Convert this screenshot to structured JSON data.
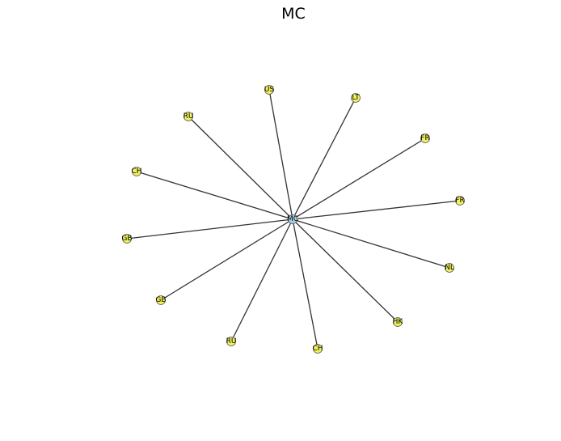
{
  "title": "MC",
  "colors": {
    "edge": "#333333",
    "center_node": "#a8cfe6",
    "leaf_node": "#f0f060",
    "node_outline": "#555555"
  },
  "center": {
    "label": "MC"
  },
  "leaves": [
    {
      "label": "US"
    },
    {
      "label": "LT"
    },
    {
      "label": "FR"
    },
    {
      "label": "FR"
    },
    {
      "label": "NL"
    },
    {
      "label": "HK"
    },
    {
      "label": "CH"
    },
    {
      "label": "RU"
    },
    {
      "label": "GB"
    },
    {
      "label": "GB"
    },
    {
      "label": "CH"
    },
    {
      "label": "RU"
    }
  ]
}
